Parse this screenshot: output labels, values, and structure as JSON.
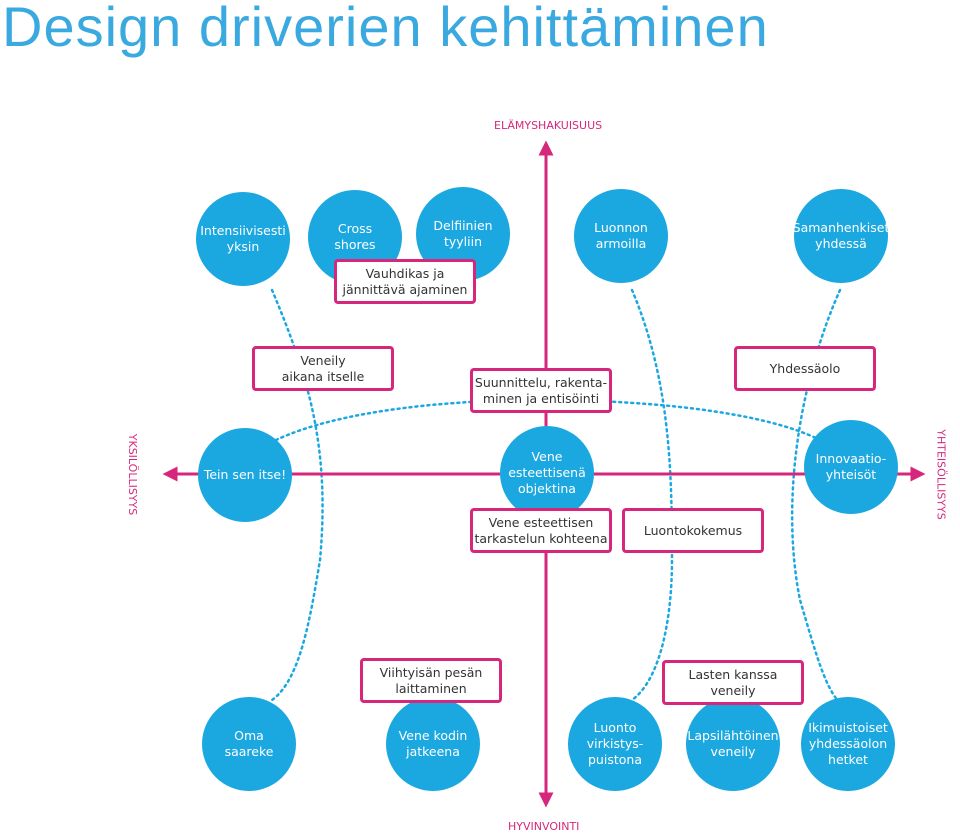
{
  "title": "Design driverien kehittäminen",
  "colors": {
    "title": "#3aa9e0",
    "circle": "#1ba8e0",
    "axis": "#d6277c",
    "box_border": "#d6277c",
    "dotted": "#1ba8e0"
  },
  "axes": {
    "top": "ELÄMYSHAKUISUUS",
    "bottom": "HYVINVOINTI",
    "left": "YKSILÖLLISYYS",
    "right": "YHTEISÖLLISYYS"
  },
  "circles": [
    "Intensiivisesti\nyksin",
    "Cross\nshores",
    "Delfiinien\ntyyliin",
    "Luonnon\narmoilla",
    "Samanhenkiset\nyhdessä",
    "Tein sen itse!",
    "Vene\nesteettisenä\nobjektina",
    "Innovaatio-\nyhteisöt",
    "Oma\nsaareke",
    "Vene kodin\njatkeena",
    "Luonto\nvirkistys-\npuistona",
    "Lapsilähtöinen\nveneily",
    "Ikimuistoiset\nyhdessäolon\nhetket"
  ],
  "boxes": [
    "Vauhdikas ja\njännittävä ajaminen",
    "Veneily\naikana itselle",
    "Suunnittelu, rakenta-\nminen ja entisöinti",
    "Yhdessäolo",
    "Vene esteettisen\ntarkastelun kohteena",
    "Luontokokemus",
    "Viihtyisän pesän\nlaittaminen",
    "Lasten kanssa veneily"
  ]
}
